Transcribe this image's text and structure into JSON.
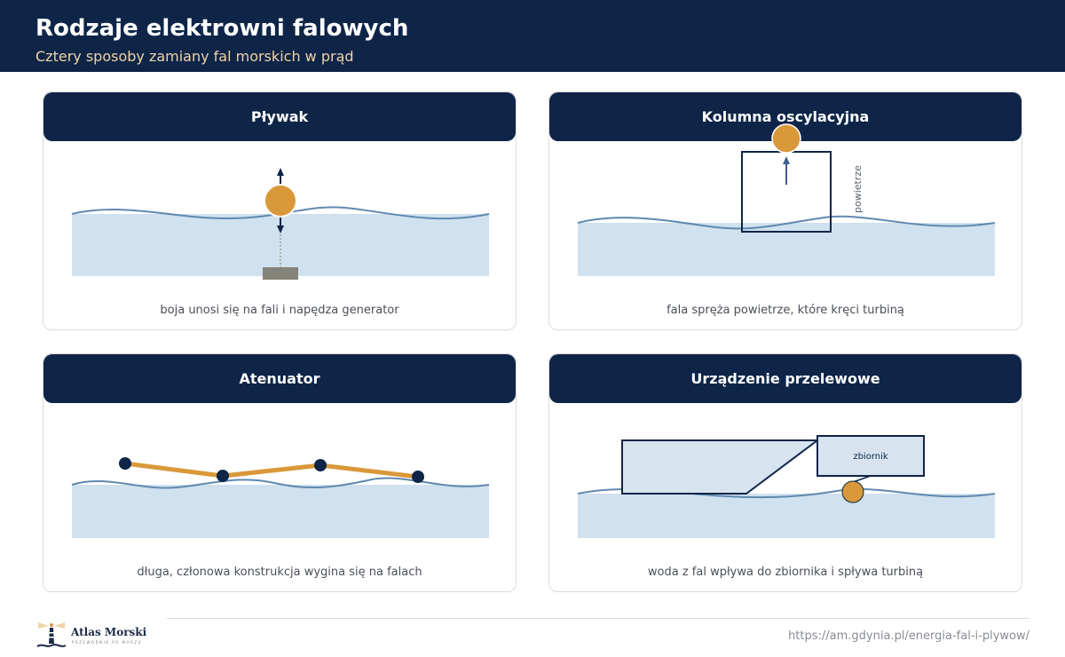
{
  "header": {
    "title": "Rodzaje elektrowni falowych",
    "subtitle": "Cztery sposoby zamiany fal morskich w prąd"
  },
  "colors": {
    "navy": "#0e2548",
    "accent": "#f1d3a8",
    "water": "#d0e1ef",
    "wave_line": "#6089b0",
    "float": "#d9993a",
    "anchor": "#85847a"
  },
  "panels": [
    {
      "title": "Pływak",
      "caption": "boja unosi się na fali i napędza generator"
    },
    {
      "title": "Kolumna oscylacyjna",
      "caption": "fala spręża powietrze, które kręci turbiną",
      "label": "powietrze"
    },
    {
      "title": "Atenuator",
      "caption": "długa, członowa konstrukcja wygina się na falach"
    },
    {
      "title": "Urządzenie przelewowe",
      "caption": "woda z fal wpływa do zbiornika i spływa turbiną",
      "label": "zbiornik"
    }
  ],
  "footer": {
    "logo_name": "Atlas Morski",
    "logo_tagline": "PRZEWODNIK PO MORZU",
    "url": "https://am.gdynia.pl/energia-fal-i-plywow/"
  }
}
